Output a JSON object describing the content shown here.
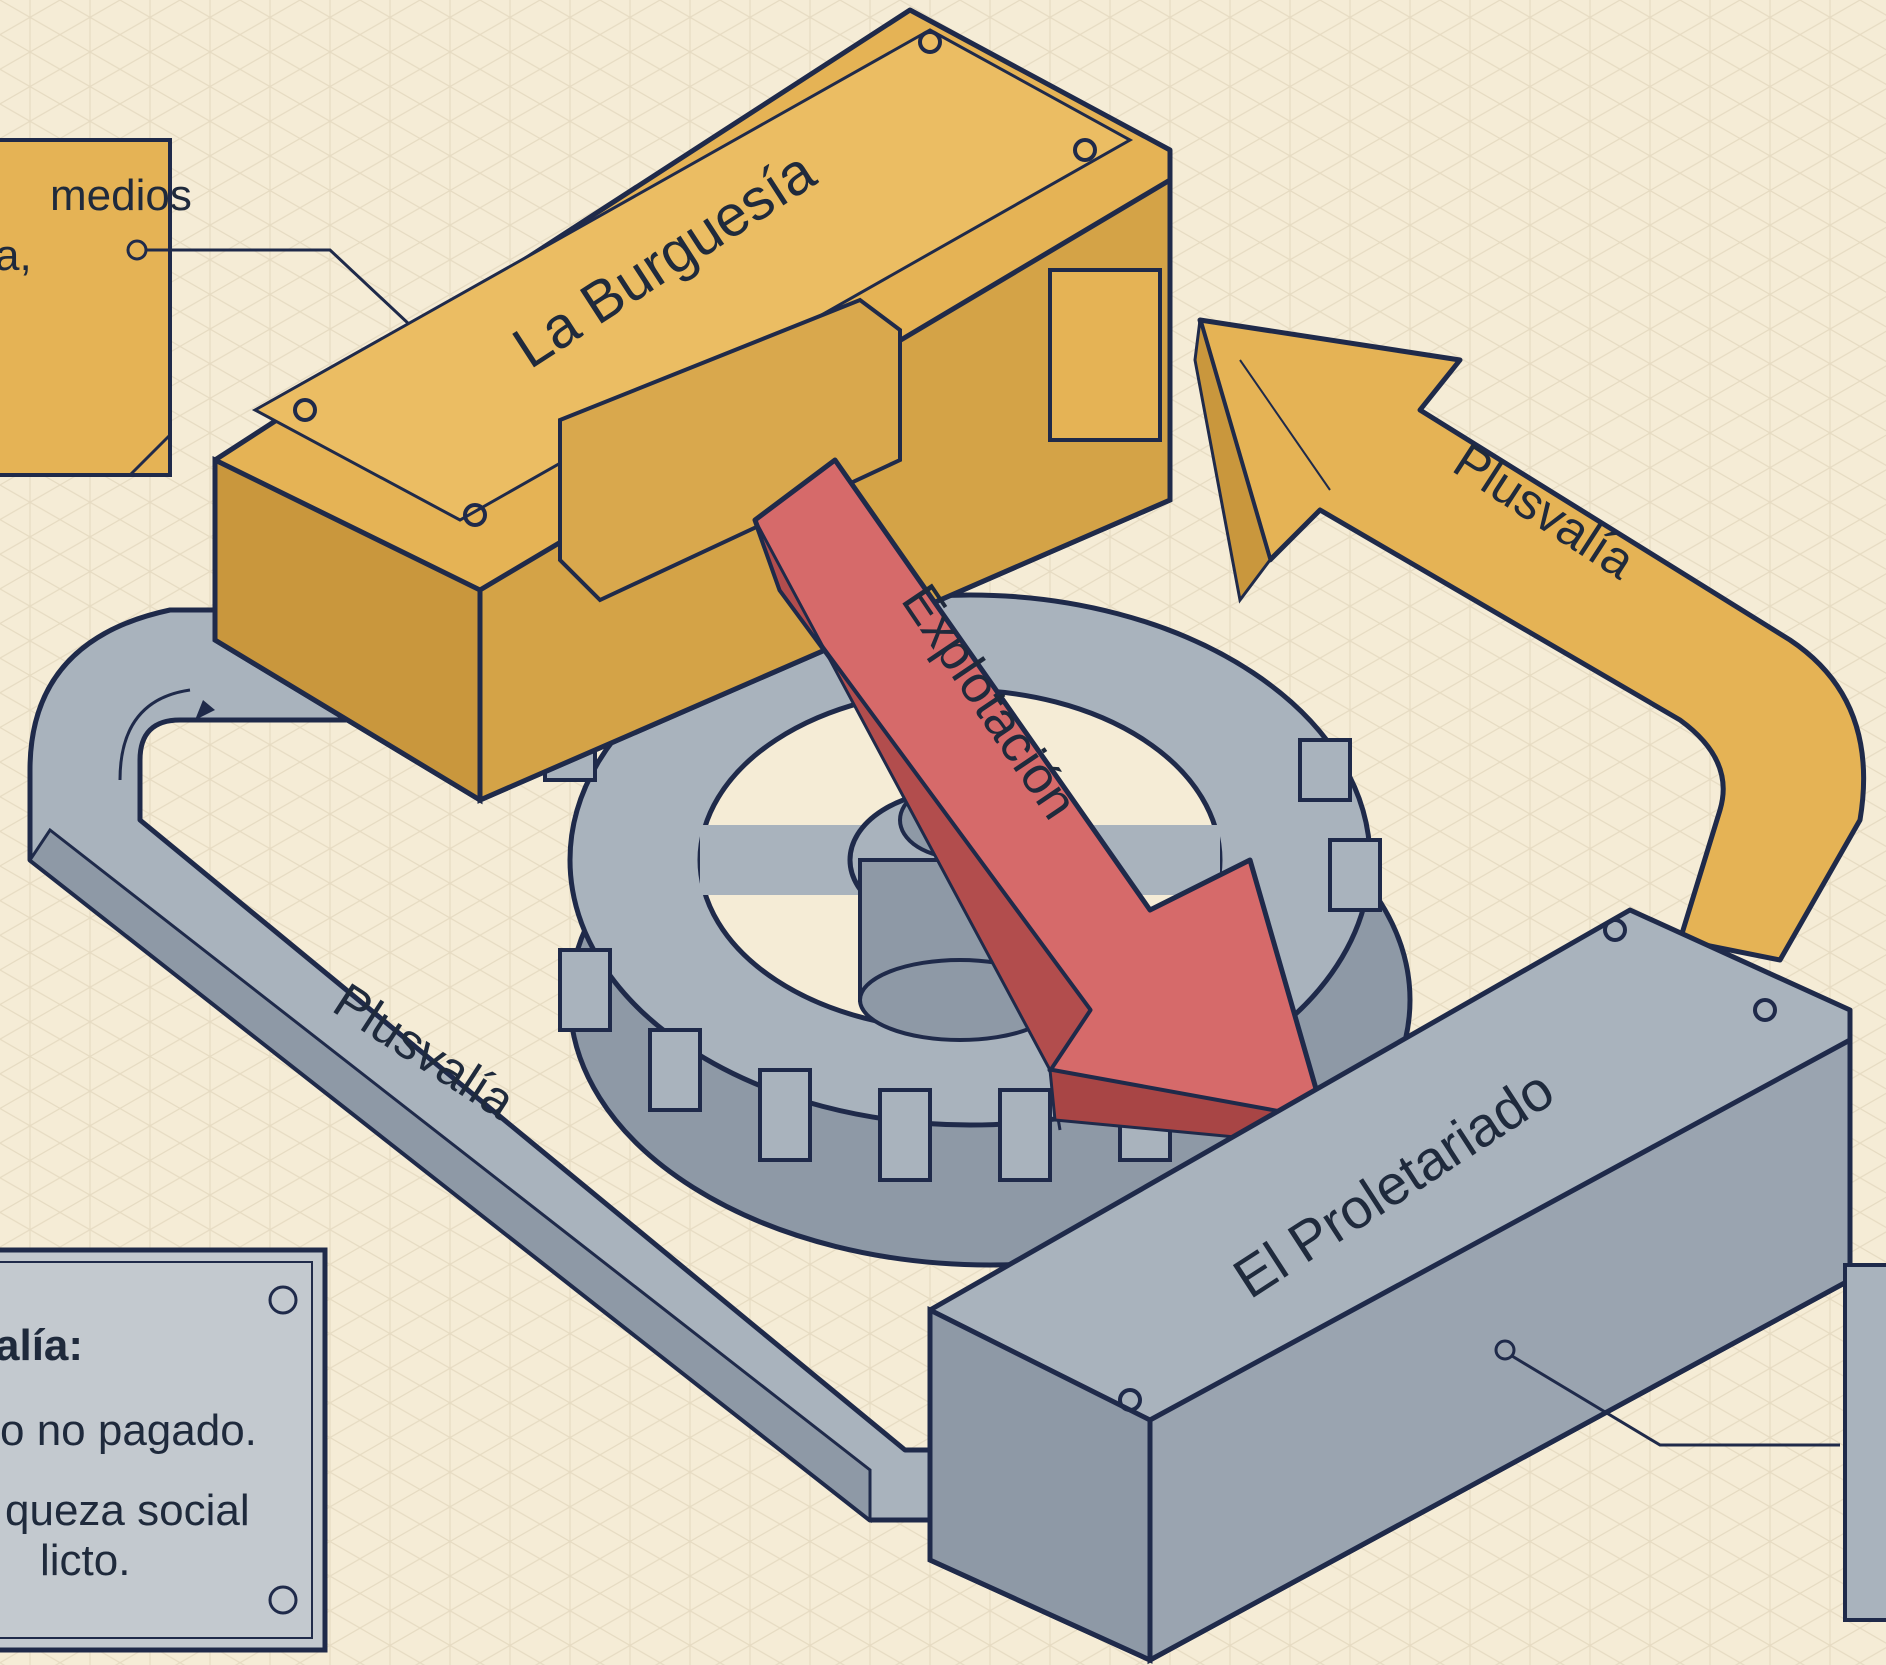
{
  "blocks": {
    "bourgeoisie": {
      "label": "La Burguesía",
      "color": "#e5b355"
    },
    "proletariat": {
      "label": "El Proletariado",
      "color": "#a9b3bd"
    }
  },
  "arrows": {
    "exploitation": {
      "label": "Explotación",
      "color": "#cf5f5f"
    },
    "surplus_left": {
      "label": "Plusvalía",
      "color": "#a9b3bd"
    },
    "surplus_right": {
      "label": "Plusvalía",
      "color": "#e5b355"
    }
  },
  "notes": {
    "top_left": {
      "line1": "medios",
      "line2": "a,"
    },
    "bottom_left": {
      "heading": "alía:",
      "line1": "o no pagado.",
      "line2": "queza social",
      "line3": "licto."
    }
  },
  "colors": {
    "paper": "#f5ecd6",
    "grid": "#e3d7bd",
    "outline": "#1f2a4a",
    "gear": "#a9b3bd"
  }
}
